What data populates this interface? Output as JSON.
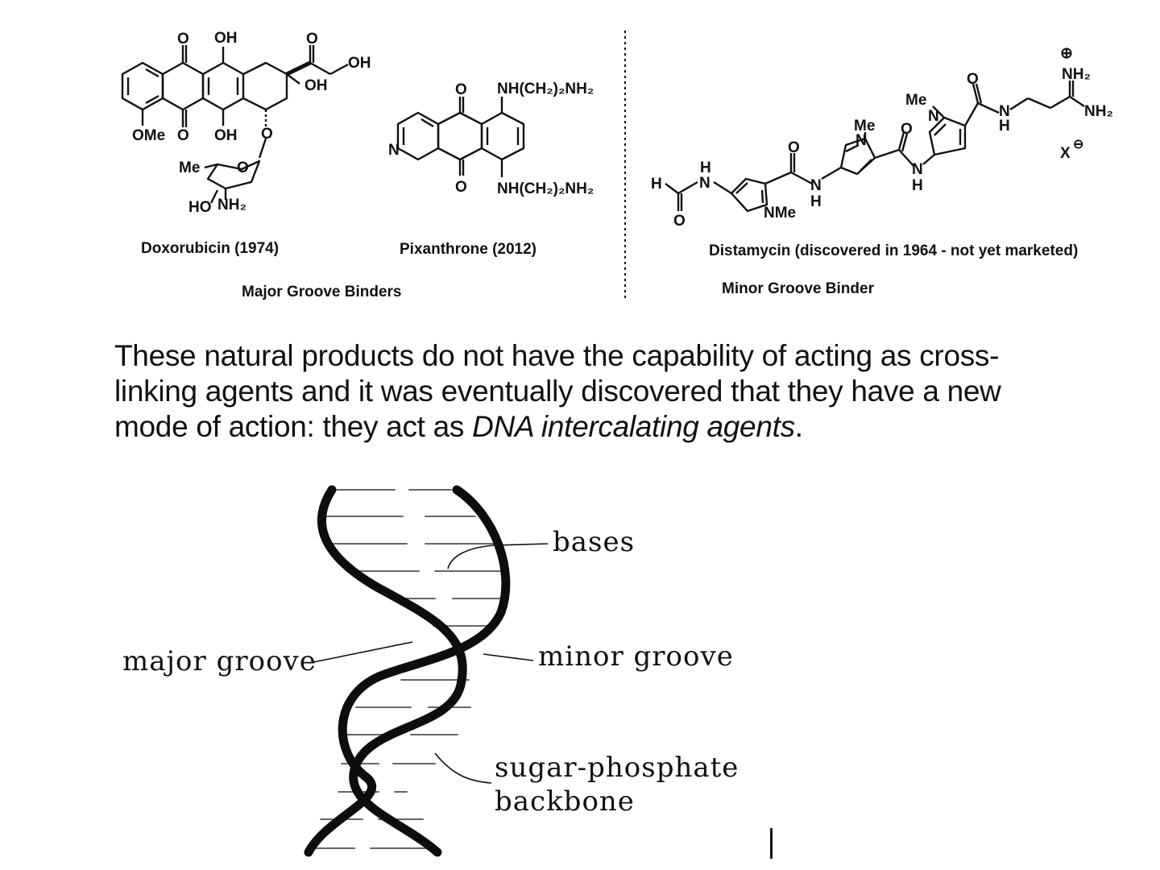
{
  "structures": {
    "doxorubicin": {
      "caption": "Doxorubicin (1974)",
      "atoms": {
        "o1": "O",
        "oh1": "OH",
        "o2": "O",
        "oh2": "OH",
        "oh3": "OH",
        "ome": "OMe",
        "o3": "O",
        "oh4": "OH",
        "o_link": "O",
        "me": "Me",
        "o_ring": "O",
        "ho": "HO",
        "nh2": "NH₂"
      }
    },
    "pixanthrone": {
      "caption": "Pixanthrone (2012)",
      "atoms": {
        "o_top": "O",
        "o_bot": "O",
        "n_ring": "N",
        "side_top": "NH(CH₂)₂NH₂",
        "side_bot": "NH(CH₂)₂NH₂"
      }
    },
    "distamycin": {
      "caption": "Distamycin (discovered in 1964 - not yet marketed)",
      "atoms": {
        "h": "H",
        "o_formyl": "O",
        "nh1": "N",
        "nh1_h": "H",
        "nme": "NMe",
        "o_a": "O",
        "nh2": "N",
        "nh2_h": "H",
        "me2": "Me",
        "n2": "N",
        "o_b": "O",
        "nh3": "N",
        "nh3_h": "H",
        "me3": "Me",
        "n3": "N",
        "o_c": "O",
        "nh4": "N",
        "nh4_h": "H",
        "plus": "⊕",
        "nh2_top": "NH₂",
        "nh2_right": "NH₂",
        "counter_ion": "X",
        "minus": "⊖"
      }
    }
  },
  "group_labels": {
    "major": "Major Groove Binders",
    "minor": "Minor Groove Binder"
  },
  "paragraph": {
    "line1": "These natural products do not have the capability of acting as cross-",
    "line2": "linking agents and it was eventually discovered that they have a new",
    "line3_start": "mode of action: they act as ",
    "line3_italic": "DNA intercalating agents",
    "line3_end": "."
  },
  "dna_diagram": {
    "labels": {
      "bases": "bases",
      "major_groove": "major groove",
      "minor_groove": "minor groove",
      "backbone_line1": "sugar-phosphate",
      "backbone_line2": "backbone"
    }
  }
}
